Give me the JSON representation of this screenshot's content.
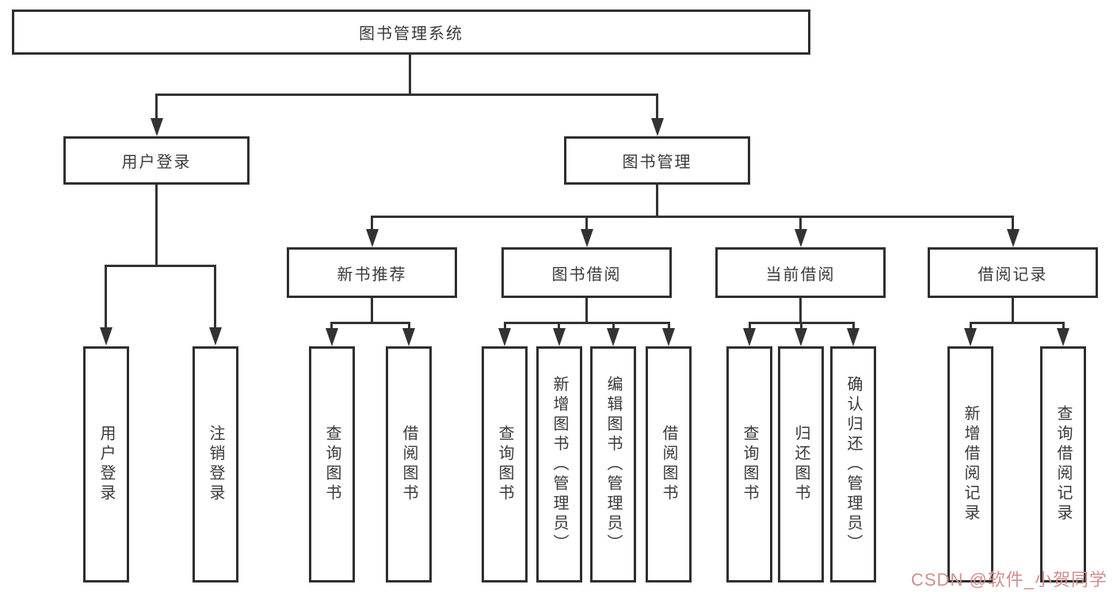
{
  "diagram": {
    "root": {
      "label": "图书管理系统"
    },
    "level2": {
      "user": {
        "label": "用户登录"
      },
      "books": {
        "label": "图书管理"
      }
    },
    "level3": {
      "recommend": {
        "label": "新书推荐"
      },
      "borrow": {
        "label": "图书借阅"
      },
      "current": {
        "label": "当前借阅"
      },
      "records": {
        "label": "借阅记录"
      }
    },
    "leaves": {
      "user": [
        "用户登录",
        "注销登录"
      ],
      "recommend": [
        "查询图书",
        "借阅图书"
      ],
      "borrow": [
        "查询图书",
        "新增图书（管理员）",
        "编辑图书（管理员）",
        "借阅图书"
      ],
      "current": [
        "查询图书",
        "归还图书",
        "确认归还（管理员）"
      ],
      "records": [
        "新增借阅记录",
        "查询借阅记录"
      ]
    },
    "colors": {
      "line": "#333333",
      "border": "#2f2f2f",
      "text": "#3a3a3a",
      "watermark": "#d18e8e"
    },
    "watermark": "CSDN @软件_小贺同学"
  }
}
